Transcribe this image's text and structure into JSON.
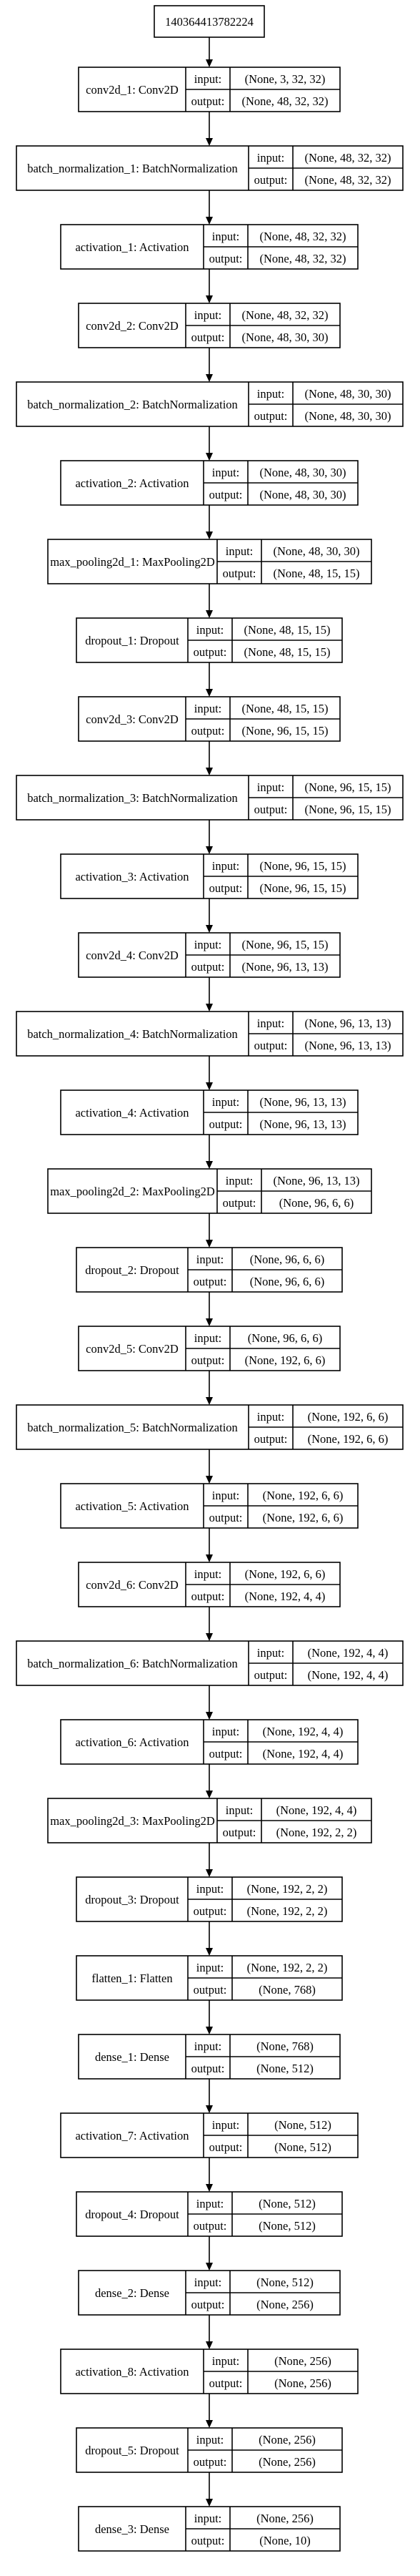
{
  "graph": {
    "root": "140364413782224",
    "layers": [
      {
        "name": "conv2d_1: Conv2D",
        "input": "(None, 3, 32, 32)",
        "output": "(None, 48, 32, 32)"
      },
      {
        "name": "batch_normalization_1: BatchNormalization",
        "input": "(None, 48, 32, 32)",
        "output": "(None, 48, 32, 32)"
      },
      {
        "name": "activation_1: Activation",
        "input": "(None, 48, 32, 32)",
        "output": "(None, 48, 32, 32)"
      },
      {
        "name": "conv2d_2: Conv2D",
        "input": "(None, 48, 32, 32)",
        "output": "(None, 48, 30, 30)"
      },
      {
        "name": "batch_normalization_2: BatchNormalization",
        "input": "(None, 48, 30, 30)",
        "output": "(None, 48, 30, 30)"
      },
      {
        "name": "activation_2: Activation",
        "input": "(None, 48, 30, 30)",
        "output": "(None, 48, 30, 30)"
      },
      {
        "name": "max_pooling2d_1: MaxPooling2D",
        "input": "(None, 48, 30, 30)",
        "output": "(None, 48, 15, 15)"
      },
      {
        "name": "dropout_1: Dropout",
        "input": "(None, 48, 15, 15)",
        "output": "(None, 48, 15, 15)"
      },
      {
        "name": "conv2d_3: Conv2D",
        "input": "(None, 48, 15, 15)",
        "output": "(None, 96, 15, 15)"
      },
      {
        "name": "batch_normalization_3: BatchNormalization",
        "input": "(None, 96, 15, 15)",
        "output": "(None, 96, 15, 15)"
      },
      {
        "name": "activation_3: Activation",
        "input": "(None, 96, 15, 15)",
        "output": "(None, 96, 15, 15)"
      },
      {
        "name": "conv2d_4: Conv2D",
        "input": "(None, 96, 15, 15)",
        "output": "(None, 96, 13, 13)"
      },
      {
        "name": "batch_normalization_4: BatchNormalization",
        "input": "(None, 96, 13, 13)",
        "output": "(None, 96, 13, 13)"
      },
      {
        "name": "activation_4: Activation",
        "input": "(None, 96, 13, 13)",
        "output": "(None, 96, 13, 13)"
      },
      {
        "name": "max_pooling2d_2: MaxPooling2D",
        "input": "(None, 96, 13, 13)",
        "output": "(None, 96, 6, 6)"
      },
      {
        "name": "dropout_2: Dropout",
        "input": "(None, 96, 6, 6)",
        "output": "(None, 96, 6, 6)"
      },
      {
        "name": "conv2d_5: Conv2D",
        "input": "(None, 96, 6, 6)",
        "output": "(None, 192, 6, 6)"
      },
      {
        "name": "batch_normalization_5: BatchNormalization",
        "input": "(None, 192, 6, 6)",
        "output": "(None, 192, 6, 6)"
      },
      {
        "name": "activation_5: Activation",
        "input": "(None, 192, 6, 6)",
        "output": "(None, 192, 6, 6)"
      },
      {
        "name": "conv2d_6: Conv2D",
        "input": "(None, 192, 6, 6)",
        "output": "(None, 192, 4, 4)"
      },
      {
        "name": "batch_normalization_6: BatchNormalization",
        "input": "(None, 192, 4, 4)",
        "output": "(None, 192, 4, 4)"
      },
      {
        "name": "activation_6: Activation",
        "input": "(None, 192, 4, 4)",
        "output": "(None, 192, 4, 4)"
      },
      {
        "name": "max_pooling2d_3: MaxPooling2D",
        "input": "(None, 192, 4, 4)",
        "output": "(None, 192, 2, 2)"
      },
      {
        "name": "dropout_3: Dropout",
        "input": "(None, 192, 2, 2)",
        "output": "(None, 192, 2, 2)"
      },
      {
        "name": "flatten_1: Flatten",
        "input": "(None, 192, 2, 2)",
        "output": "(None, 768)"
      },
      {
        "name": "dense_1: Dense",
        "input": "(None, 768)",
        "output": "(None, 512)"
      },
      {
        "name": "activation_7: Activation",
        "input": "(None, 512)",
        "output": "(None, 512)"
      },
      {
        "name": "dropout_4: Dropout",
        "input": "(None, 512)",
        "output": "(None, 512)"
      },
      {
        "name": "dense_2: Dense",
        "input": "(None, 512)",
        "output": "(None, 256)"
      },
      {
        "name": "activation_8: Activation",
        "input": "(None, 256)",
        "output": "(None, 256)"
      },
      {
        "name": "dropout_5: Dropout",
        "input": "(None, 256)",
        "output": "(None, 256)"
      },
      {
        "name": "dense_3: Dense",
        "input": "(None, 256)",
        "output": "(None, 10)"
      }
    ],
    "port_labels": {
      "input": "input:",
      "output": "output:"
    }
  }
}
